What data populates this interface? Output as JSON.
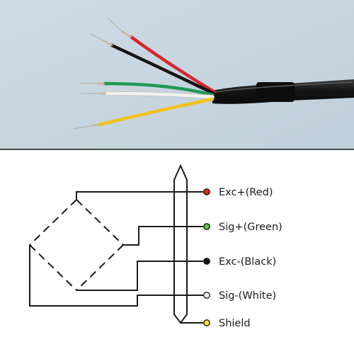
{
  "photo": {
    "subject": "five-wire-shielded-cable",
    "background_color": "#c9d6e0",
    "jacket_color": "#1b1b1b",
    "wires": [
      {
        "color_name": "red",
        "hex": "#d8252f"
      },
      {
        "color_name": "black",
        "hex": "#141414"
      },
      {
        "color_name": "green",
        "hex": "#1f9a55"
      },
      {
        "color_name": "white",
        "hex": "#f2f2ee"
      },
      {
        "color_name": "yellow",
        "hex": "#f1c21b"
      }
    ]
  },
  "diagram": {
    "line_color": "#1a1a1a",
    "terminals": [
      {
        "label": "Exc+(Red)",
        "dot_color": "#e02424"
      },
      {
        "label": "Sig+(Green)",
        "dot_color": "#5cc34a"
      },
      {
        "label": "Exc-(Black)",
        "dot_color": "#111111"
      },
      {
        "label": "Sig-(White)",
        "dot_color": "#ffffff"
      },
      {
        "label": "Shield",
        "dot_color": "#f4e23a"
      }
    ]
  }
}
